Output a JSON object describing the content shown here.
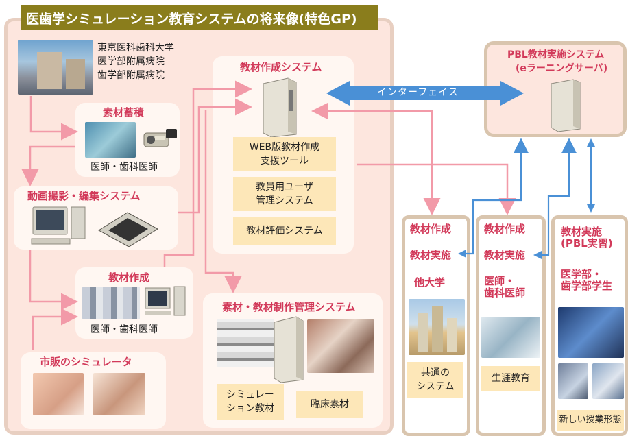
{
  "banner": {
    "title": "医歯学シミュレーション教育システムの将来像(特色GP)"
  },
  "university": {
    "line1": "東京医科歯科大学",
    "line2": "医学部附属病院",
    "line3": "歯学部附属病院"
  },
  "material_storage": {
    "title": "素材蓄積",
    "caption": "医師・歯科医師"
  },
  "video_system": {
    "title": "動画撮影・編集システム"
  },
  "material_creation_left": {
    "title": "教材作成",
    "caption": "医師・歯科医師"
  },
  "simulator": {
    "title": "市販のシミュレータ"
  },
  "authoring_system": {
    "title": "教材作成システム",
    "buttons": [
      "WEB版教材作成\n支援ツール",
      "教員用ユーザ\n管理システム",
      "教材評価システム"
    ]
  },
  "interface": {
    "label": "インターフェイス"
  },
  "management_system": {
    "title": "素材・教材制作管理システム",
    "tag1": "シミュレー\nション教材",
    "tag2": "臨床素材"
  },
  "pbl_system": {
    "line1": "PBL教材実施システム",
    "line2": "(eラーニングサーバ)"
  },
  "col1": {
    "t1": "教材作成",
    "t2": "教材実施",
    "t3": "他大学",
    "bottom": "共通の\nシステム"
  },
  "col2": {
    "t1": "教材作成",
    "t2": "教材実施",
    "t3": "医師・\n歯科医師",
    "bottom": "生涯教育"
  },
  "col3": {
    "t1": "教材実施\n(PBL実習)",
    "t2": "医学部・\n歯学部学生",
    "bottom": "新しい授業形態"
  },
  "colors": {
    "pink_arrow": "#f29aa8",
    "blue_arrow": "#4a90d6",
    "banner_bg": "#8a7d1c",
    "accent_red": "#d23a5a"
  }
}
